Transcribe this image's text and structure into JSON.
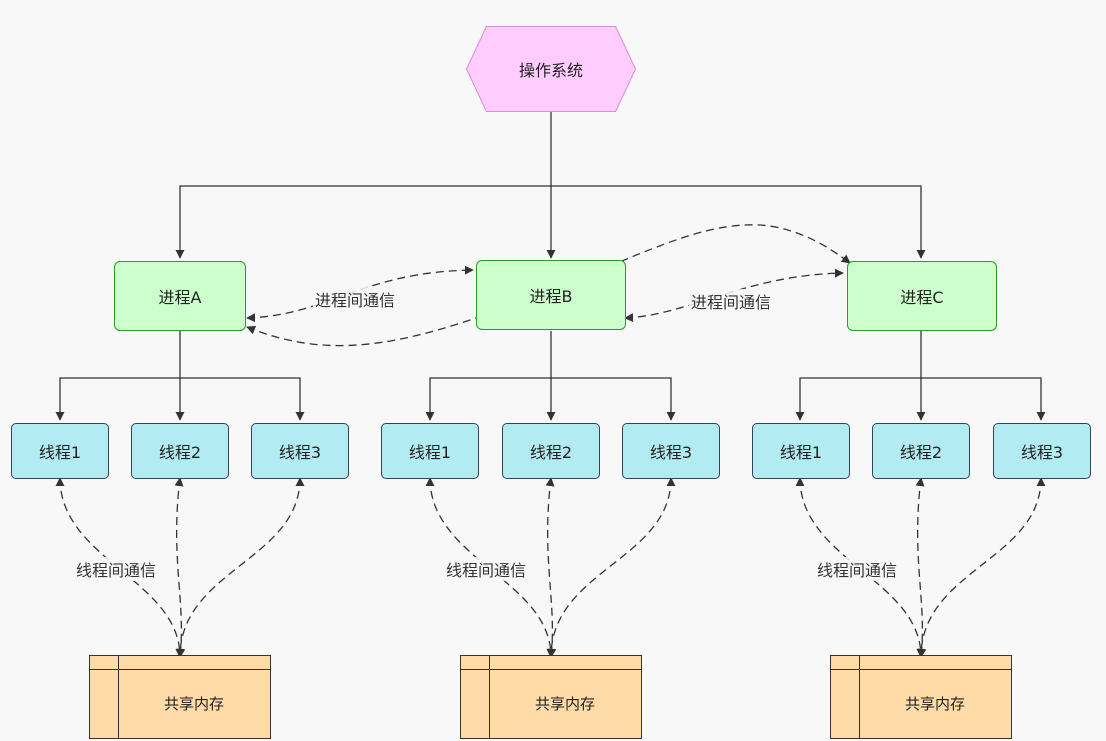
{
  "os": {
    "label": "操作系统"
  },
  "processes": [
    {
      "label": "进程A"
    },
    {
      "label": "进程B"
    },
    {
      "label": "进程C"
    }
  ],
  "threads": [
    "线程1",
    "线程2",
    "线程3"
  ],
  "shared_memory": {
    "label": "共享内存"
  },
  "edge_labels": {
    "ipc": "进程间通信",
    "itc": "线程间通信"
  },
  "colors": {
    "os_fill": "#ffccff",
    "process_fill": "#ccffcc",
    "thread_fill": "#b3ebf2",
    "memory_fill": "#ffdba8"
  }
}
